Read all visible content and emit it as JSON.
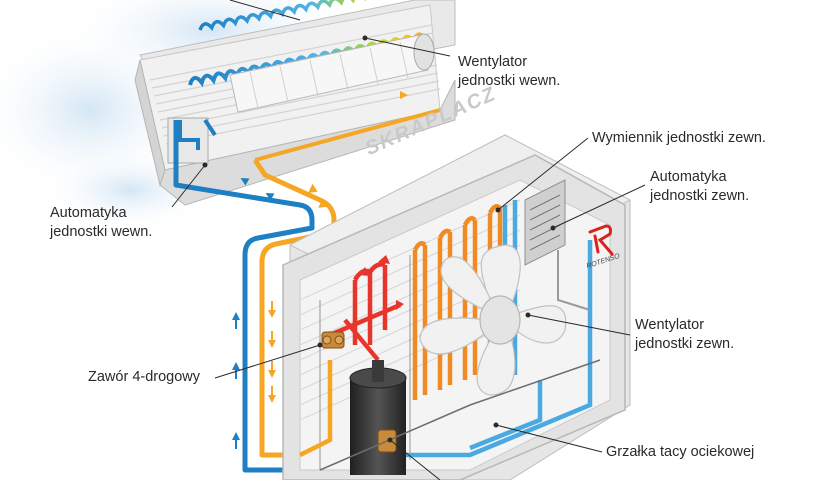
{
  "diagram": {
    "watermark": "SKRAPLACZ",
    "brand": "ROTENSO",
    "labels": {
      "fan_indoor": [
        "Wentylator",
        "jednostki wewn."
      ],
      "control_indoor": [
        "Automatyka",
        "jednostki wewn."
      ],
      "exchanger_outdoor": [
        "Wymiennik jednostki zewn."
      ],
      "control_outdoor": [
        "Automatyka",
        "jednostki zewn."
      ],
      "fan_outdoor": [
        "Wentylator",
        "jednostki zewn."
      ],
      "valve_4way": [
        "Zawór 4-drogowy"
      ],
      "tray_heater": [
        "Grzałka tacy ociekowej"
      ]
    },
    "colors": {
      "cold_pipe": "#1e7fc2",
      "warm_pipe": "#f5a623",
      "hot_pipe": "#e8352b",
      "orange_coil": "#f08a24",
      "casing": "#e6e6e6",
      "compressor": "#3a3a3a"
    }
  }
}
